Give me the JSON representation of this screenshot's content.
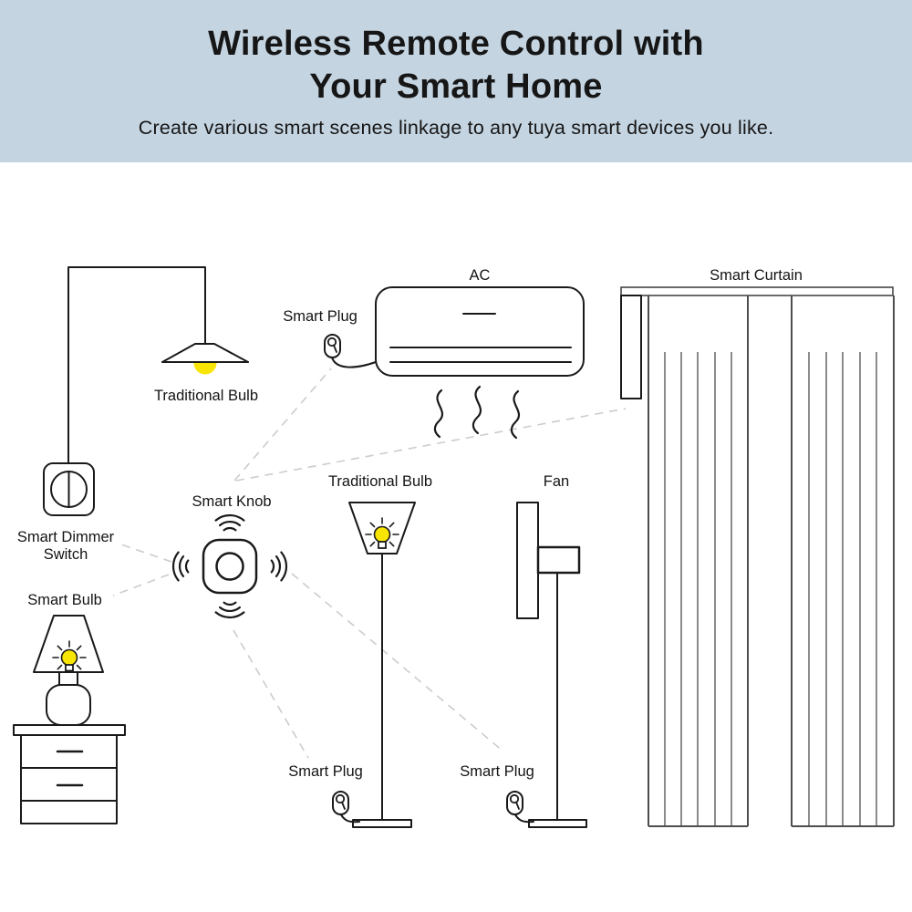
{
  "header": {
    "title_line1": "Wireless Remote Control with",
    "title_line2": "Your Smart Home",
    "subtitle": "Create various smart scenes linkage to any tuya smart devices you like."
  },
  "colors": {
    "header_background": "#c4d4e1",
    "line": "#1a1a1a",
    "dashed_link": "#cccccc",
    "bulb_yellow": "#f8e504",
    "curtain_gray": "#4d4d4d"
  },
  "hub": {
    "label": "Smart Knob"
  },
  "devices": {
    "pendant_lamp": {
      "label": "Traditional Bulb"
    },
    "dimmer_switch": {
      "label_line1": "Smart Dimmer",
      "label_line2": "Switch"
    },
    "table_lamp": {
      "label": "Smart Bulb"
    },
    "ac": {
      "label": "AC"
    },
    "ac_plug": {
      "label": "Smart Plug"
    },
    "curtain": {
      "label": "Smart Curtain"
    },
    "floor_lamp": {
      "label": "Traditional Bulb"
    },
    "fan": {
      "label": "Fan"
    },
    "floor_lamp_plug": {
      "label": "Smart Plug"
    },
    "fan_plug": {
      "label": "Smart Plug"
    }
  }
}
